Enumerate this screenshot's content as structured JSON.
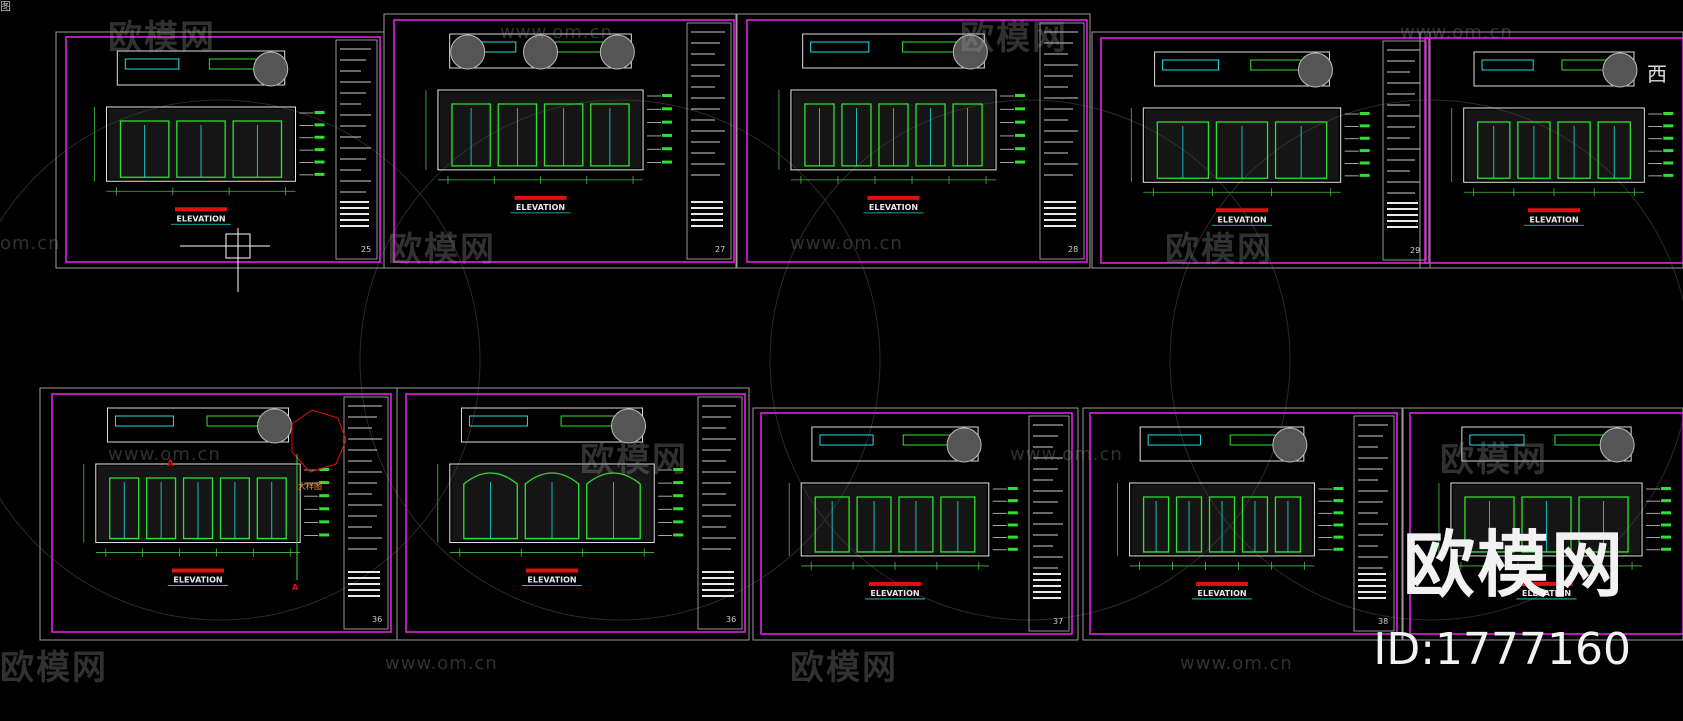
{
  "corner_label": "图",
  "side_char": "西",
  "watermark": {
    "brand": "欧模网",
    "url": "www.om.cn",
    "url_short": "om.cn"
  },
  "big_logo": {
    "text": "欧模网",
    "id": "ID:1777160"
  },
  "sheets": [
    {
      "elevation_label": "ELEVATION",
      "sheet_number": "25"
    },
    {
      "elevation_label": "ELEVATION",
      "sheet_number": "27"
    },
    {
      "elevation_label": "ELEVATION",
      "sheet_number": "28"
    },
    {
      "elevation_label": "ELEVATION",
      "sheet_number": "29"
    },
    {
      "elevation_label": "ELEVATION",
      "sheet_number": ""
    },
    {
      "elevation_label": "ELEVATION",
      "sheet_number": "36",
      "detail_label": "大样图",
      "section_label": "A"
    },
    {
      "elevation_label": "ELEVATION",
      "sheet_number": "36"
    },
    {
      "elevation_label": "ELEVATION",
      "sheet_number": "37"
    },
    {
      "elevation_label": "ELEVATION",
      "sheet_number": "38"
    },
    {
      "elevation_label": "ELEVATION",
      "sheet_number": ""
    }
  ],
  "colors": {
    "background": "#000000",
    "frame_magenta": "#e020e0",
    "frame_outer": "#9a9a9a",
    "drawing_cyan": "#20e0e0",
    "drawing_green": "#30e030",
    "dimension_green": "#40c040",
    "label_red": "#e01010",
    "text_white": "#e8e8e8",
    "watermark": "#8a8a8a"
  }
}
